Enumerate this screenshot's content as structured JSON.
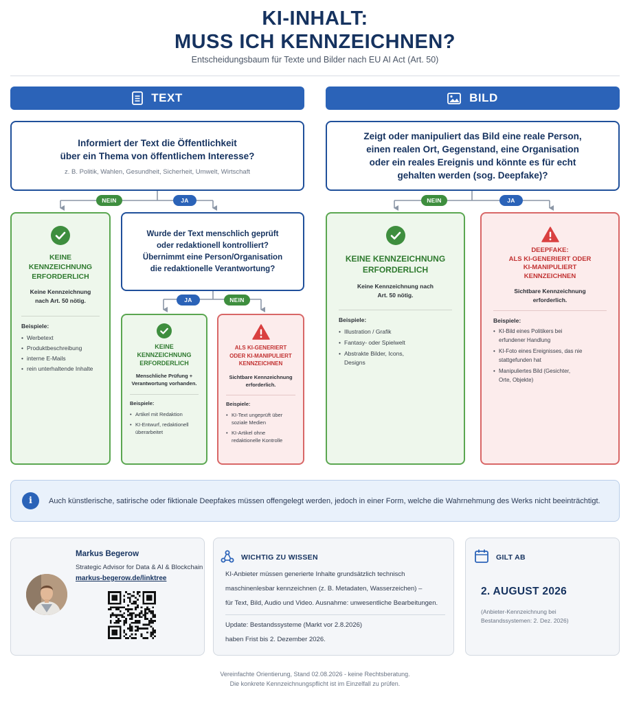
{
  "header": {
    "title_line1": "KI-INHALT:",
    "title_line2": "MUSS ICH KENNZEICHNEN?",
    "subtitle": "Entscheidungsbaum für Texte und Bilder nach EU AI Act (Art. 50)"
  },
  "text_column": {
    "label": "TEXT",
    "icon": "document-icon",
    "question1": {
      "text": "Informiert der Text die Öffentlichkeit\nüber ein Thema von öffentlichem Interesse?",
      "hint": "z. B. Politik, Wahlen, Gesundheit, Sicherheit, Umwelt, Wirtschaft"
    },
    "q1_no": "NEIN",
    "q1_yes": "JA",
    "result_no": {
      "title": "KEINE\nKENNZEICHNUNG\nERFORDERLICH",
      "subtitle": "Keine Kennzeichnung\nnach Art. 50 nötig.",
      "examples_label": "Beispiele:",
      "examples": [
        "Werbetext",
        "Produktbeschreibung",
        "interne E-Mails",
        "rein unterhaltende Inhalte"
      ]
    },
    "question2": {
      "text": "Wurde der Text menschlich geprüft\noder redaktionell kontrolliert?\nÜbernimmt eine Person/Organisation\ndie redaktionelle Verantwortung?"
    },
    "q2_yes": "JA",
    "q2_no": "NEIN",
    "result_yes2": {
      "title": "KEINE\nKENNZEICHNUNG\nERFORDERLICH",
      "subtitle": "Menschliche Prüfung +\nVerantwortung vorhanden.",
      "examples_label": "Beispiele:",
      "examples": [
        "Artikel mit Redaktion",
        "KI-Entwurf, redaktionell überarbeitet"
      ]
    },
    "result_no2": {
      "title": "ALS KI-GENERIERT\nODER KI-MANIPULIERT\nKENNZEICHNEN",
      "subtitle": "Sichtbare Kennzeichnung\nerforderlich.",
      "examples_label": "Beispiele:",
      "examples": [
        "KI-Text ungeprüft über soziale Medien",
        "KI-Artikel ohne redaktionelle Kontrolle"
      ]
    }
  },
  "image_column": {
    "label": "BILD",
    "icon": "image-icon",
    "question": {
      "text": "Zeigt oder manipuliert das Bild eine reale Person,\neinen realen Ort, Gegenstand, eine Organisation\noder ein reales Ereignis und könnte es für echt\ngehalten werden (sog. Deepfake)?"
    },
    "q_no": "NEIN",
    "q_yes": "JA",
    "result_no": {
      "title": "KEINE KENNZEICHNUNG\nERFORDERLICH",
      "subtitle": "Keine Kennzeichnung nach\nArt. 50 nötig.",
      "examples_label": "Beispiele:",
      "examples": [
        "Illustration / Grafik",
        "Fantasy- oder Spielwelt",
        "Abstrakte Bilder, Icons, Designs"
      ]
    },
    "result_yes": {
      "title": "DEEPFAKE:\nALS KI-GENERIERT ODER\nKI-MANIPULIERT\nKENNZEICHNEN",
      "subtitle": "Sichtbare Kennzeichnung\nerforderlich.",
      "examples_label": "Beispiele:",
      "examples": [
        "KI-Bild eines Politikers bei erfundener Handlung",
        "KI-Foto eines Ereignisses, das nie stattgefunden hat",
        "Manipuliertes Bild (Gesichter, Orte, Objekte)"
      ]
    }
  },
  "info_bar": {
    "icon_glyph": "i",
    "text": "Auch künstlerische, satirische oder fiktionale Deepfakes müssen offengelegt werden, jedoch in einer Form, welche die Wahrnehmung des Werks nicht beeinträchtigt."
  },
  "author_card": {
    "name": "Markus Begerow",
    "role": "Strategic Advisor for Data & AI & Blockchain",
    "link": "markus-begerow.de/linktree"
  },
  "wichtig_card": {
    "title": "WICHTIG ZU WISSEN",
    "line1": "KI-Anbieter müssen generierte Inhalte grundsätzlich technisch",
    "line2": "maschinenlesbar kennzeichnen (z. B. Metadaten, Wasserzeichen) –",
    "line3": "für Text, Bild, Audio und Video. Ausnahme: unwesentliche Bearbeitungen.",
    "update1": "Update: Bestandssysteme (Markt vor 2.8.2026)",
    "update2": "haben Frist bis 2. Dezember 2026."
  },
  "gilt_card": {
    "title": "GILT AB",
    "date": "2. AUGUST 2026",
    "note": "(Anbieter-Kennzeichnung bei\nBestandssystemen: 2. Dez. 2026)"
  },
  "footer": {
    "line1": "Vereinfachte Orientierung, Stand 02.08.2026 - keine Rechtsberatung.",
    "line2": "Die konkrete Kennzeichnungspflicht ist im Einzelfall zu prüfen."
  },
  "colors": {
    "primary": "#2b63b8",
    "navy": "#15325f",
    "green": "#3e8e3e",
    "red": "#c23232"
  }
}
